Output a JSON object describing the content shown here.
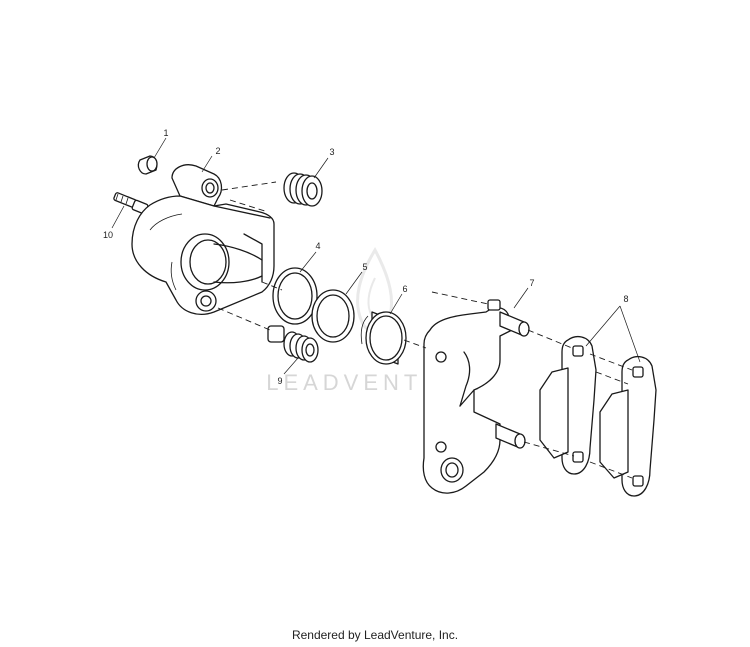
{
  "diagram": {
    "callouts": [
      {
        "id": "1",
        "text": "1"
      },
      {
        "id": "2",
        "text": "2"
      },
      {
        "id": "3",
        "text": "3"
      },
      {
        "id": "4",
        "text": "4"
      },
      {
        "id": "5",
        "text": "5"
      },
      {
        "id": "6",
        "text": "6"
      },
      {
        "id": "7",
        "text": "7"
      },
      {
        "id": "8",
        "text": "8"
      },
      {
        "id": "9",
        "text": "9"
      },
      {
        "id": "10",
        "text": "10"
      }
    ],
    "watermark": "LEADVENTURE"
  },
  "footer": {
    "credit": "Rendered by LeadVenture, Inc."
  }
}
